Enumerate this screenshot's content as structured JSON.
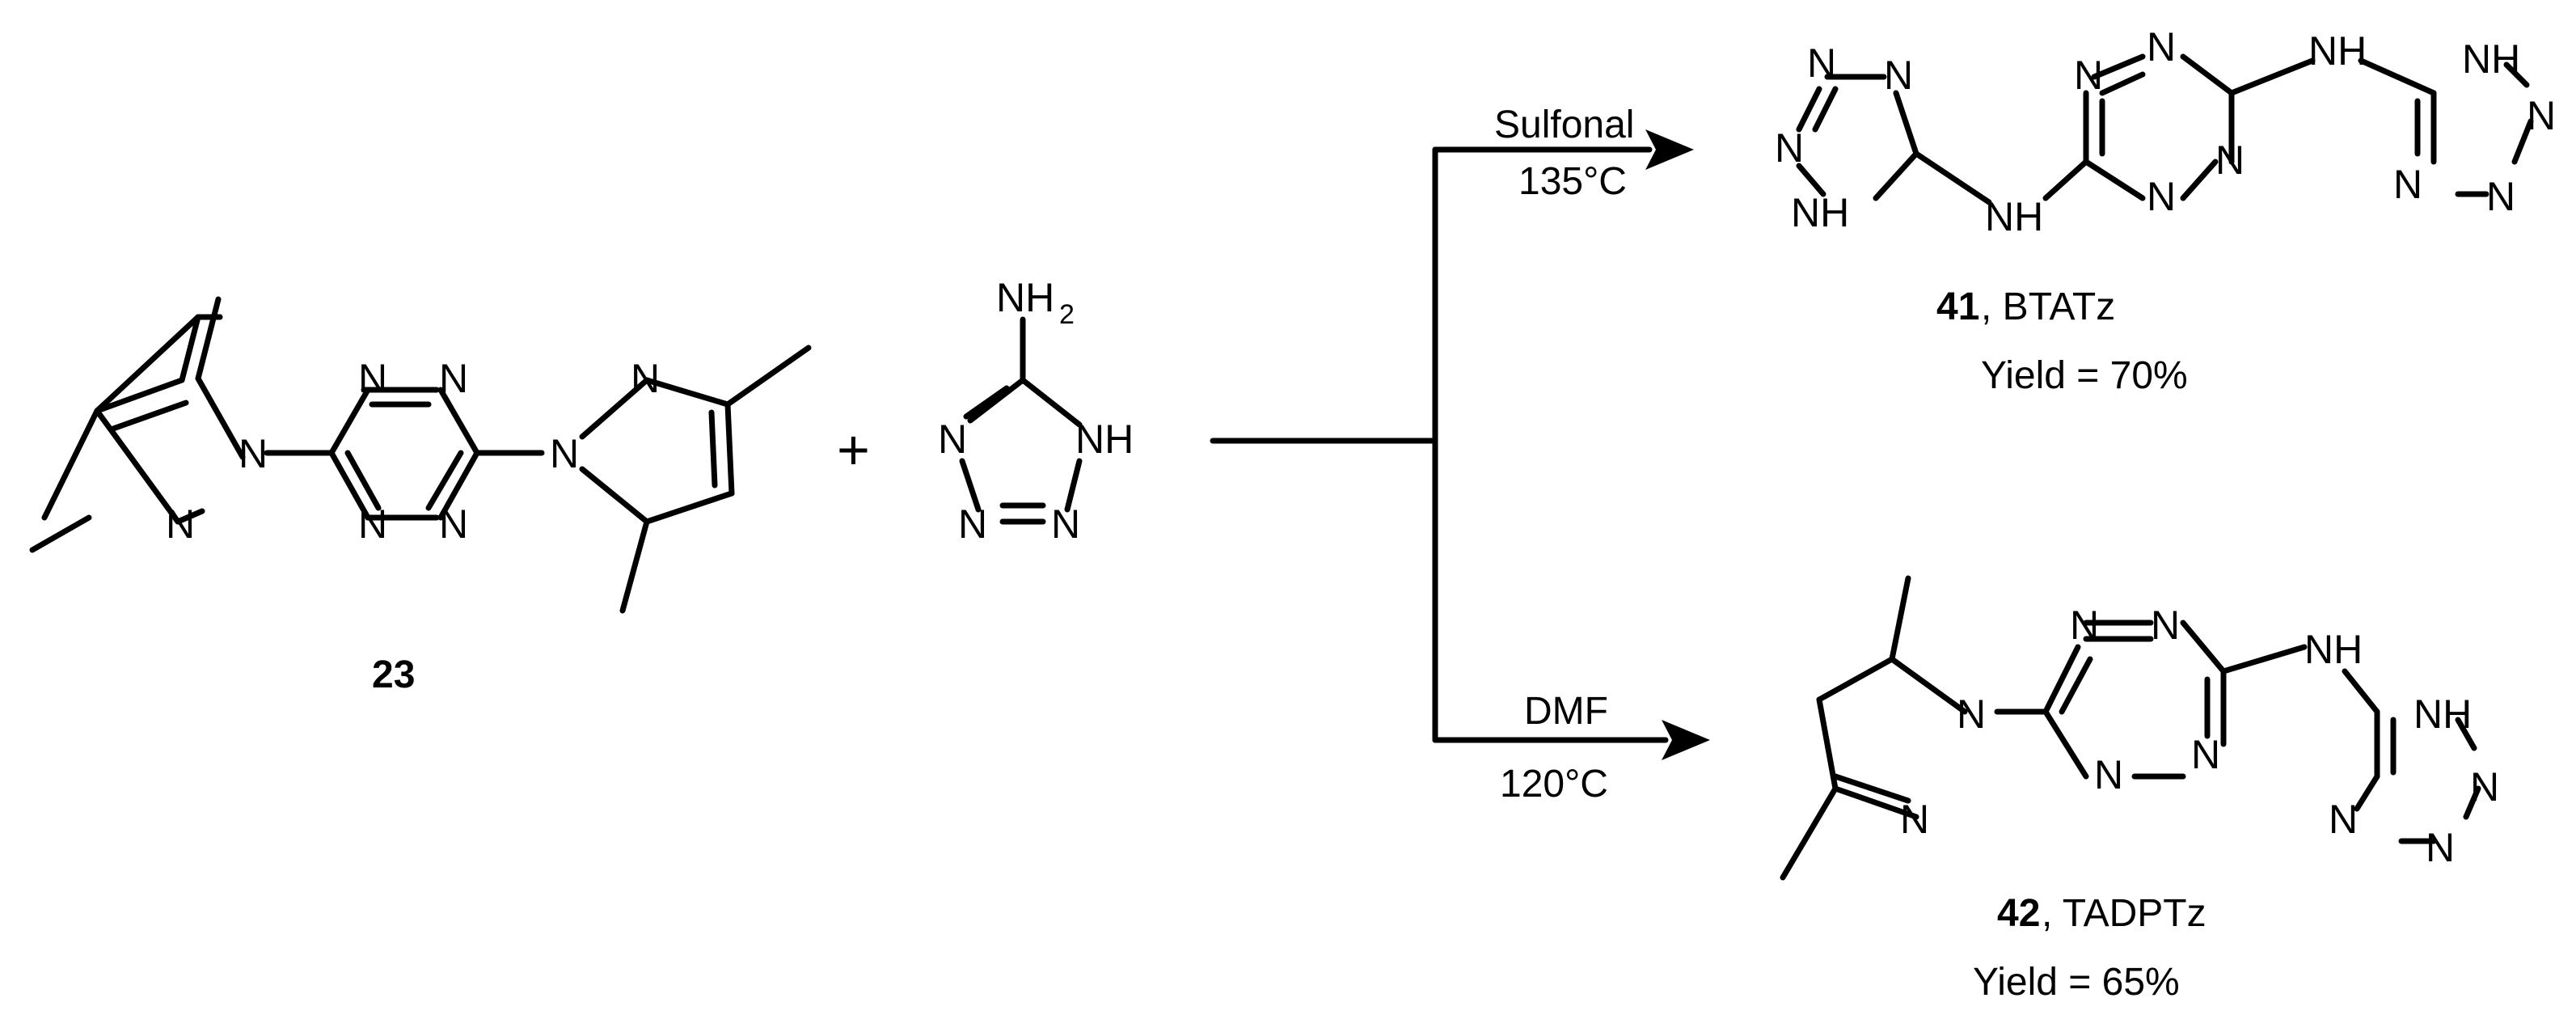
{
  "reactant_label": "23",
  "plus_sign": "+",
  "aminotetrazole": {
    "nh2": "NH",
    "nh2_sub": "2",
    "nh": "NH",
    "n": "N"
  },
  "top_branch": {
    "solvent": "Sulfonal",
    "temperature": "135°C",
    "product_number": "41",
    "product_name": ", BTATz",
    "yield": "Yield = 70%"
  },
  "bottom_branch": {
    "solvent": "DMF",
    "temperature": "120°C",
    "product_number": "42",
    "product_name": ", TADPTz",
    "yield": "Yield = 65%"
  },
  "atoms": {
    "n": "N",
    "nh": "NH"
  }
}
